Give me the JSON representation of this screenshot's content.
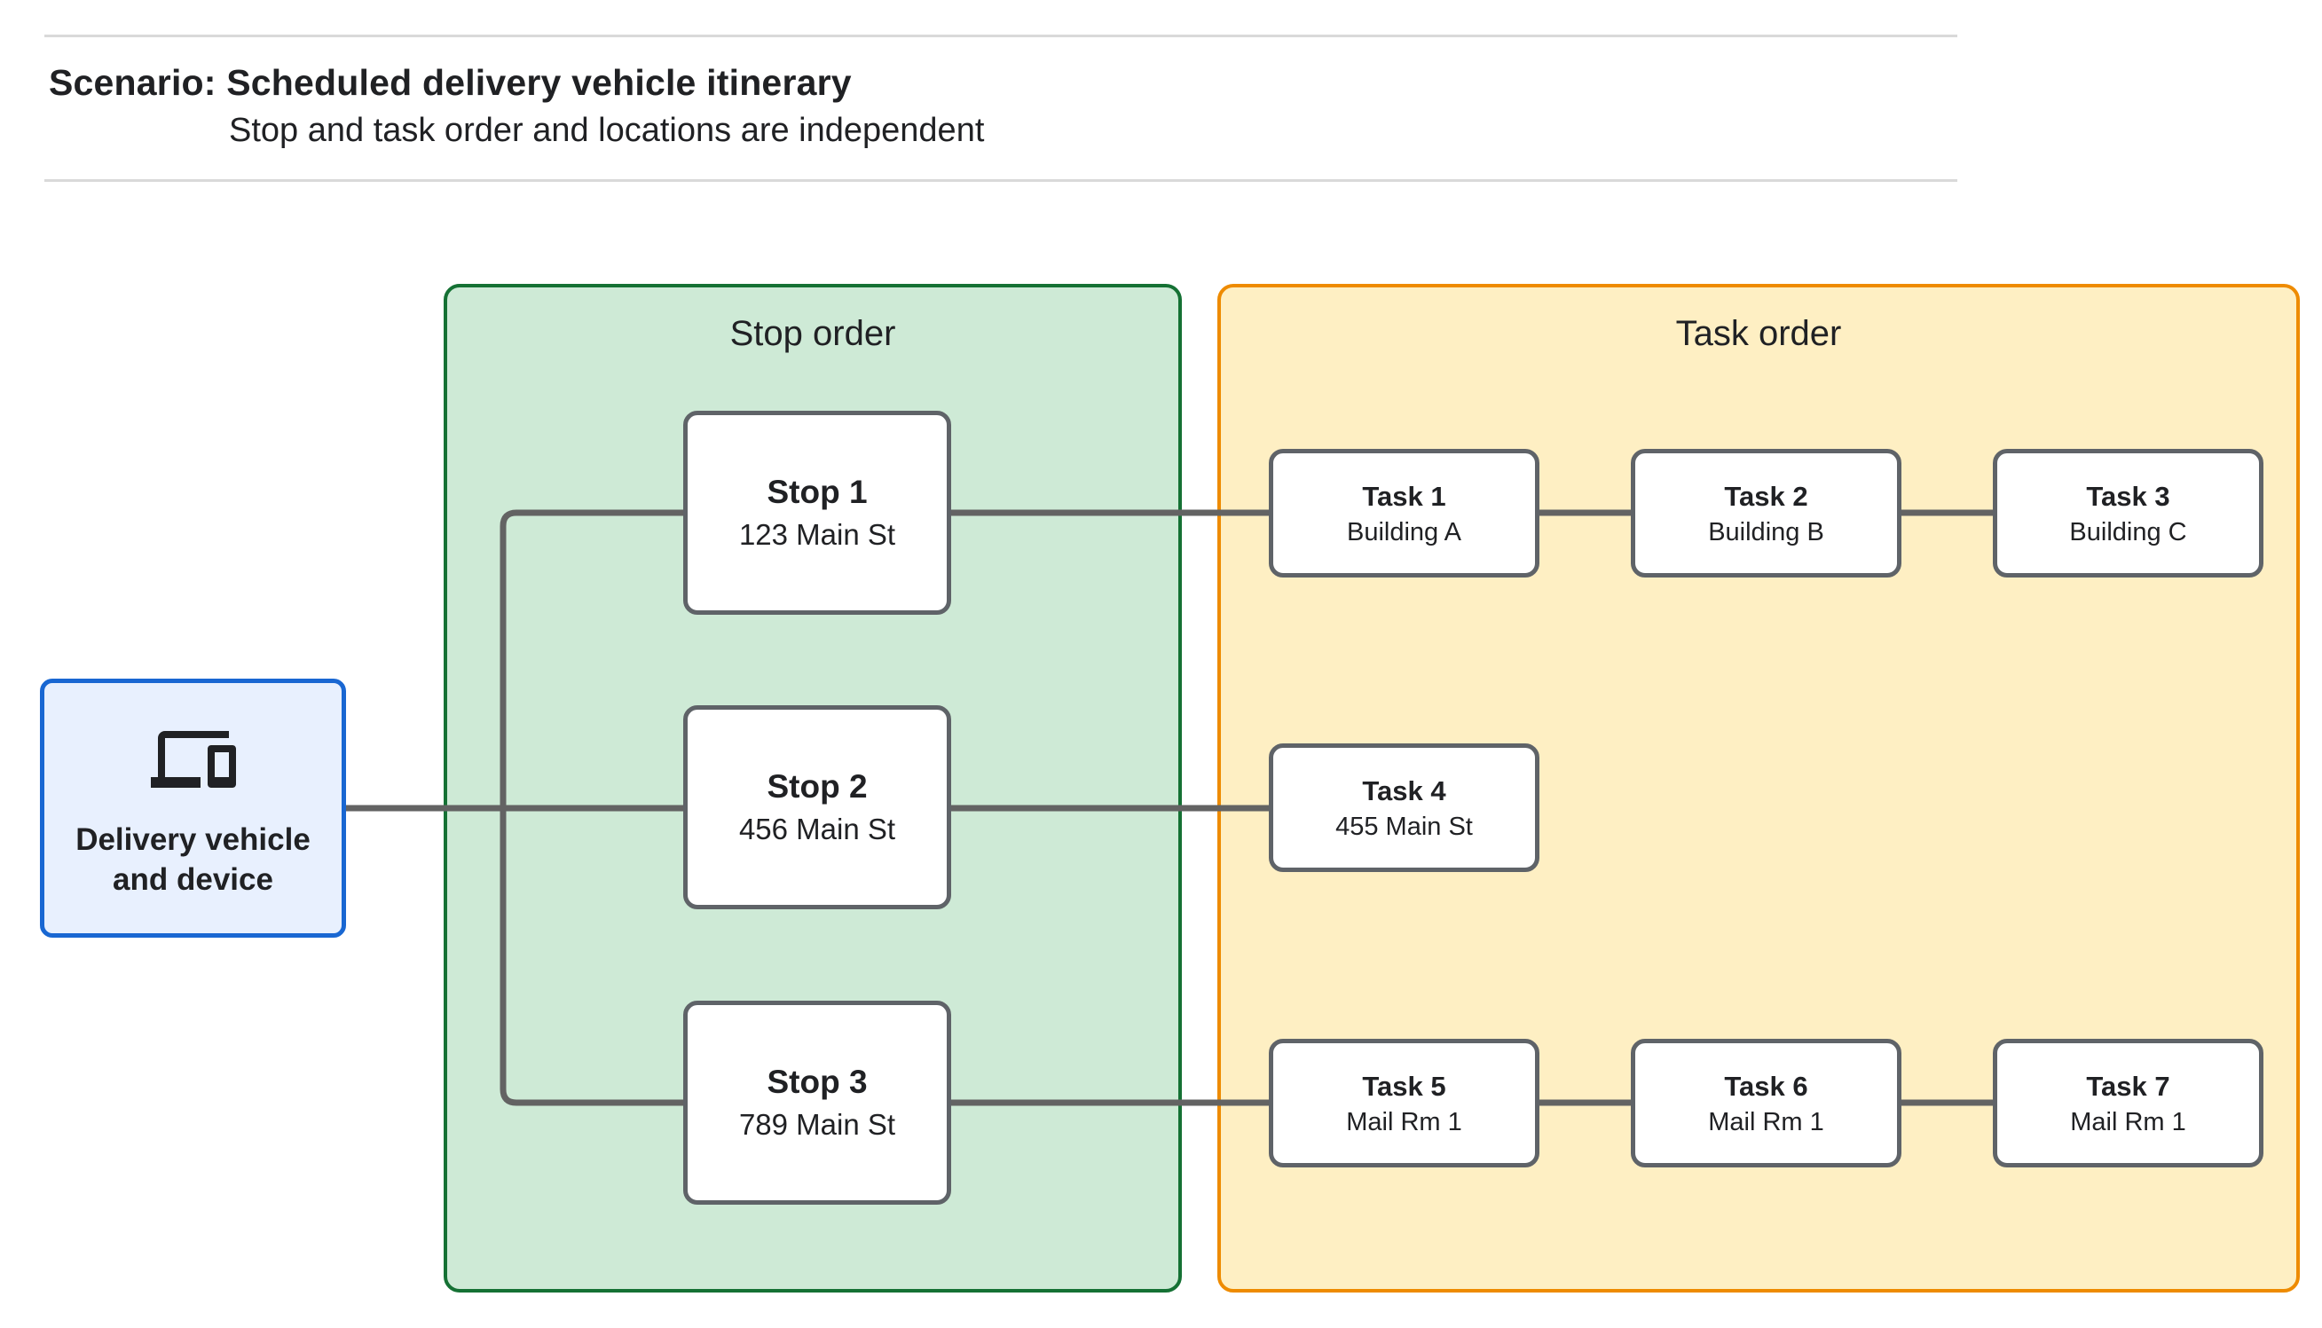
{
  "header": {
    "title": "Scenario: Scheduled delivery vehicle itinerary",
    "subtitle": "Stop and task order and locations are independent"
  },
  "panels": {
    "stop_order": {
      "title": "Stop order"
    },
    "task_order": {
      "title": "Task order"
    }
  },
  "delivery": {
    "label": "Delivery vehicle and device",
    "icon": "devices-icon"
  },
  "stops": [
    {
      "title": "Stop 1",
      "location": "123 Main St"
    },
    {
      "title": "Stop 2",
      "location": "456 Main St"
    },
    {
      "title": "Stop 3",
      "location": "789 Main St"
    }
  ],
  "tasks": [
    {
      "title": "Task 1",
      "location": "Building A"
    },
    {
      "title": "Task 2",
      "location": "Building B"
    },
    {
      "title": "Task 3",
      "location": "Building C"
    },
    {
      "title": "Task 4",
      "location": "455 Main St"
    },
    {
      "title": "Task 5",
      "location": "Mail Rm 1"
    },
    {
      "title": "Task 6",
      "location": "Mail Rm 1"
    },
    {
      "title": "Task 7",
      "location": "Mail Rm 1"
    }
  ],
  "colors": {
    "stop_panel_fill": "#ceead6",
    "stop_panel_border": "#157134",
    "task_panel_fill": "#feefc3",
    "task_panel_border": "#ee8b00",
    "device_fill": "#e8f0fe",
    "device_border": "#1967d2",
    "node_border": "#5f6368",
    "connector": "#636363",
    "text": "#202124",
    "rule": "#d9d9d9"
  }
}
